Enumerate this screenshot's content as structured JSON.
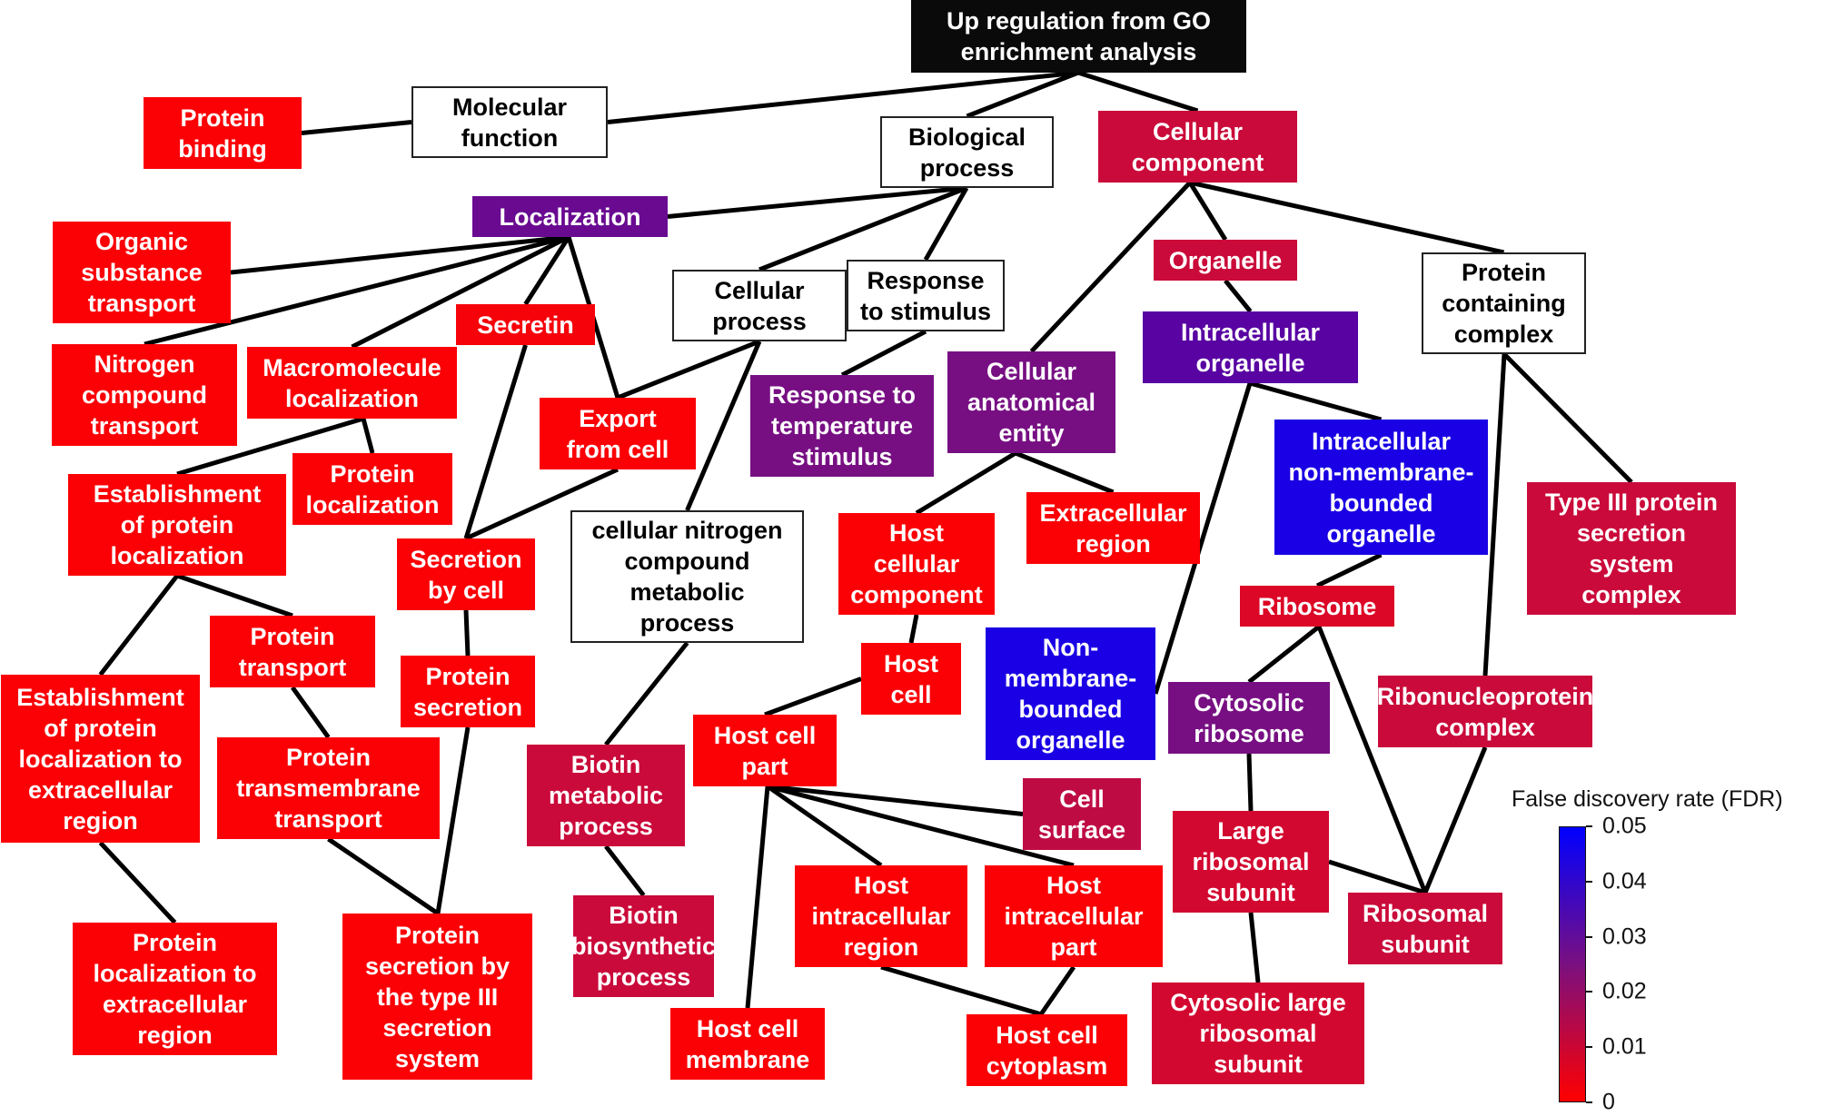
{
  "colors": {
    "outline_fill": "#ffffff",
    "root_fill": "#0a0a0a",
    "edge": "#000000",
    "fdr_low": "#ff0000",
    "fdr_mid": "#7a1080",
    "fdr_high": "#0000ff"
  },
  "nodes": [
    {
      "id": "root",
      "label": "Up regulation from GO\nenrichment analysis",
      "style": "dark"
    },
    {
      "id": "molecular_function",
      "label": "Molecular\nfunction",
      "style": "outline"
    },
    {
      "id": "biological_process",
      "label": "Biological\nprocess",
      "style": "outline"
    },
    {
      "id": "cellular_component",
      "label": "Cellular\ncomponent",
      "fdr": 0.012
    },
    {
      "id": "protein_binding",
      "label": "Protein\nbinding",
      "fdr": 0.001
    },
    {
      "id": "localization",
      "label": "Localization",
      "fdr": 0.03
    },
    {
      "id": "organic_substance_transport",
      "label": "Organic\nsubstance\ntransport",
      "fdr": 0.001
    },
    {
      "id": "nitrogen_compound_transport",
      "label": "Nitrogen\ncompound\ntransport",
      "fdr": 0.001
    },
    {
      "id": "macromolecule_localization",
      "label": "Macromolecule\nlocalization",
      "fdr": 0.001
    },
    {
      "id": "secretin",
      "label": "Secretin",
      "fdr": 0.002
    },
    {
      "id": "cellular_process",
      "label": "Cellular\nprocess",
      "style": "outline"
    },
    {
      "id": "response_to_stimulus",
      "label": "Response\nto stimulus",
      "style": "outline"
    },
    {
      "id": "export_from_cell",
      "label": "Export\nfrom cell",
      "fdr": 0.001
    },
    {
      "id": "response_to_temperature_stimulus",
      "label": "Response to\ntemperature\nstimulus",
      "fdr": 0.026
    },
    {
      "id": "protein_localization",
      "label": "Protein\nlocalization",
      "fdr": 0.001
    },
    {
      "id": "establishment_of_protein_localization",
      "label": "Establishment\nof protein\nlocalization",
      "fdr": 0.001
    },
    {
      "id": "secretion_by_cell",
      "label": "Secretion\nby cell",
      "fdr": 0.001
    },
    {
      "id": "cellular_nitrogen_compound_metabolic_process",
      "label": "cellular nitrogen\ncompound\nmetabolic\nprocess",
      "style": "outline"
    },
    {
      "id": "protein_transport",
      "label": "Protein\ntransport",
      "fdr": 0.001
    },
    {
      "id": "protein_secretion",
      "label": "Protein\nsecretion",
      "fdr": 0.001
    },
    {
      "id": "establishment_of_protein_localization_to_extracellular_region",
      "label": "Establishment\nof protein\nlocalization to\nextracellular\nregion",
      "fdr": 0.001
    },
    {
      "id": "protein_transmembrane_transport",
      "label": "Protein\ntransmembrane\ntransport",
      "fdr": 0.001
    },
    {
      "id": "protein_localization_to_extracellular_region",
      "label": "Protein\nlocalization to\nextracellular\nregion",
      "fdr": 0.001
    },
    {
      "id": "protein_secretion_by_the_type_iii_secretion_system",
      "label": "Protein\nsecretion by\nthe type III\nsecretion\nsystem",
      "fdr": 0.001
    },
    {
      "id": "biotin_metabolic_process",
      "label": "Biotin\nmetabolic\nprocess",
      "fdr": 0.012
    },
    {
      "id": "biotin_biosynthetic_process",
      "label": "Biotin\nbiosynthetic\nprocess",
      "fdr": 0.012
    },
    {
      "id": "organelle",
      "label": "Organelle",
      "fdr": 0.012
    },
    {
      "id": "intracellular_organelle",
      "label": "Intracellular\norganelle",
      "fdr": 0.035
    },
    {
      "id": "protein_containing_complex",
      "label": "Protein\ncontaining\ncomplex",
      "style": "outline"
    },
    {
      "id": "cellular_anatomical_entity",
      "label": "Cellular\nanatomical\nentity",
      "fdr": 0.026
    },
    {
      "id": "extracellular_region",
      "label": "Extracellular\nregion",
      "fdr": 0.001
    },
    {
      "id": "host_cellular_component",
      "label": "Host\ncellular\ncomponent",
      "fdr": 0.001
    },
    {
      "id": "intracellular_non_membrane_bounded_organelle",
      "label": "Intracellular\nnon-membrane-\nbounded\norganelle",
      "fdr": 0.046
    },
    {
      "id": "type_iii_protein_secretion_system_complex",
      "label": "Type III protein\nsecretion\nsystem\ncomplex",
      "fdr": 0.012
    },
    {
      "id": "ribosome",
      "label": "Ribosome",
      "fdr": 0.008
    },
    {
      "id": "host_cell",
      "label": "Host\ncell",
      "fdr": 0.001
    },
    {
      "id": "non_membrane_bounded_organelle",
      "label": "Non-\nmembrane-\nbounded\norganelle",
      "fdr": 0.046
    },
    {
      "id": "cytosolic_ribosome",
      "label": "Cytosolic\nribosome",
      "fdr": 0.026
    },
    {
      "id": "ribonucleoprotein_complex",
      "label": "Ribonucleoprotein\ncomplex",
      "fdr": 0.012
    },
    {
      "id": "host_cell_part",
      "label": "Host cell\npart",
      "fdr": 0.001
    },
    {
      "id": "cell_surface",
      "label": "Cell\nsurface",
      "fdr": 0.014
    },
    {
      "id": "biotin_biosynthetic_placeholder",
      "label": "",
      "hidden": true
    },
    {
      "id": "large_ribosomal_subunit",
      "label": "Large\nribosomal\nsubunit",
      "fdr": 0.01
    },
    {
      "id": "host_intracellular_region",
      "label": "Host\nintracellular\nregion",
      "fdr": 0.001
    },
    {
      "id": "host_intracellular_part",
      "label": "Host\nintracellular\npart",
      "fdr": 0.001
    },
    {
      "id": "ribosomal_subunit",
      "label": "Ribosomal\nsubunit",
      "fdr": 0.012
    },
    {
      "id": "host_cell_membrane",
      "label": "Host cell\nmembrane",
      "fdr": 0.001
    },
    {
      "id": "host_cell_cytoplasm",
      "label": "Host cell\ncytoplasm",
      "fdr": 0.001
    },
    {
      "id": "cytosolic_large_ribosomal_subunit",
      "label": "Cytosolic large\nribosomal\nsubunit",
      "fdr": 0.01
    }
  ],
  "edges": [
    [
      "root",
      "molecular_function"
    ],
    [
      "root",
      "biological_process"
    ],
    [
      "root",
      "cellular_component"
    ],
    [
      "molecular_function",
      "protein_binding"
    ],
    [
      "biological_process",
      "localization"
    ],
    [
      "biological_process",
      "cellular_process"
    ],
    [
      "biological_process",
      "response_to_stimulus"
    ],
    [
      "localization",
      "organic_substance_transport"
    ],
    [
      "localization",
      "nitrogen_compound_transport"
    ],
    [
      "localization",
      "macromolecule_localization"
    ],
    [
      "localization",
      "secretin"
    ],
    [
      "localization",
      "export_from_cell"
    ],
    [
      "cellular_process",
      "export_from_cell"
    ],
    [
      "cellular_process",
      "cellular_nitrogen_compound_metabolic_process"
    ],
    [
      "response_to_stimulus",
      "response_to_temperature_stimulus"
    ],
    [
      "macromolecule_localization",
      "establishment_of_protein_localization"
    ],
    [
      "macromolecule_localization",
      "protein_localization"
    ],
    [
      "secretin",
      "secretion_by_cell"
    ],
    [
      "export_from_cell",
      "secretion_by_cell"
    ],
    [
      "establishment_of_protein_localization",
      "protein_transport"
    ],
    [
      "establishment_of_protein_localization",
      "establishment_of_protein_localization_to_extracellular_region"
    ],
    [
      "secretion_by_cell",
      "protein_secretion"
    ],
    [
      "protein_transport",
      "protein_transmembrane_transport"
    ],
    [
      "establishment_of_protein_localization_to_extracellular_region",
      "protein_localization_to_extracellular_region"
    ],
    [
      "protein_transmembrane_transport",
      "protein_secretion_by_the_type_iii_secretion_system"
    ],
    [
      "protein_secretion",
      "protein_secretion_by_the_type_iii_secretion_system"
    ],
    [
      "cellular_nitrogen_compound_metabolic_process",
      "biotin_metabolic_process"
    ],
    [
      "biotin_metabolic_process",
      "biotin_biosynthetic_process"
    ],
    [
      "cellular_component",
      "organelle"
    ],
    [
      "cellular_component",
      "protein_containing_complex"
    ],
    [
      "cellular_component",
      "cellular_anatomical_entity"
    ],
    [
      "organelle",
      "intracellular_organelle"
    ],
    [
      "intracellular_organelle",
      "intracellular_non_membrane_bounded_organelle"
    ],
    [
      "intracellular_organelle",
      "non_membrane_bounded_organelle"
    ],
    [
      "protein_containing_complex",
      "type_iii_protein_secretion_system_complex"
    ],
    [
      "protein_containing_complex",
      "ribonucleoprotein_complex"
    ],
    [
      "cellular_anatomical_entity",
      "host_cellular_component"
    ],
    [
      "cellular_anatomical_entity",
      "extracellular_region"
    ],
    [
      "host_cellular_component",
      "host_cell"
    ],
    [
      "host_cell",
      "host_cell_part"
    ],
    [
      "host_cell_part",
      "cell_surface"
    ],
    [
      "host_cell_part",
      "host_intracellular_region"
    ],
    [
      "host_cell_part",
      "host_intracellular_part"
    ],
    [
      "host_cell_part",
      "host_cell_membrane"
    ],
    [
      "host_intracellular_region",
      "host_cell_cytoplasm"
    ],
    [
      "host_intracellular_part",
      "host_cell_cytoplasm"
    ],
    [
      "intracellular_non_membrane_bounded_organelle",
      "ribosome"
    ],
    [
      "ribosome",
      "cytosolic_ribosome"
    ],
    [
      "ribosome",
      "ribosomal_subunit"
    ],
    [
      "ribonucleoprotein_complex",
      "ribosomal_subunit"
    ],
    [
      "cytosolic_ribosome",
      "large_ribosomal_subunit"
    ],
    [
      "large_ribosomal_subunit",
      "ribosomal_subunit"
    ],
    [
      "large_ribosomal_subunit",
      "cytosolic_large_ribosomal_subunit"
    ]
  ],
  "legend": {
    "title": "False discovery rate (FDR)",
    "ticks": [
      "0.05",
      "0.04",
      "0.03",
      "0.02",
      "0.01",
      "0"
    ],
    "tick_values": [
      0.05,
      0.04,
      0.03,
      0.02,
      0.01,
      0
    ]
  }
}
